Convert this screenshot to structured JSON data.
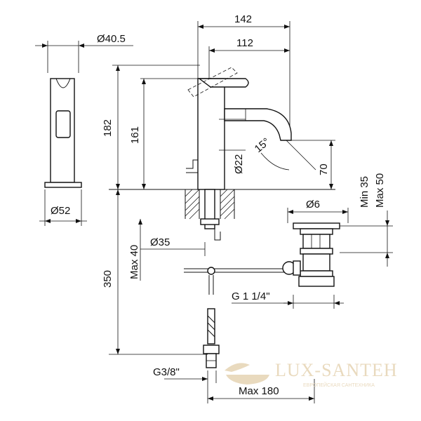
{
  "dimensions": {
    "d40_5": "Ø40.5",
    "w142": "142",
    "w112": "112",
    "h182": "182",
    "h161": "161",
    "d22": "Ø22",
    "ang15": "15°",
    "h70": "70",
    "d52": "Ø52",
    "d6": "Ø6",
    "min35": "Min 35",
    "max50": "Max 50",
    "d35": "Ø35",
    "max40": "Max 40",
    "h350": "350",
    "g114": "G 1 1/4\"",
    "g38": "G3/8\"",
    "max180": "Max 180"
  },
  "watermark": {
    "brand": "LUX-SANTEH",
    "tagline": "ЕВРОПЕЙСКАЯ САНТЕХНИКА",
    "color": "#e7d6b8"
  },
  "colors": {
    "line": "#111111",
    "background": "#ffffff"
  }
}
